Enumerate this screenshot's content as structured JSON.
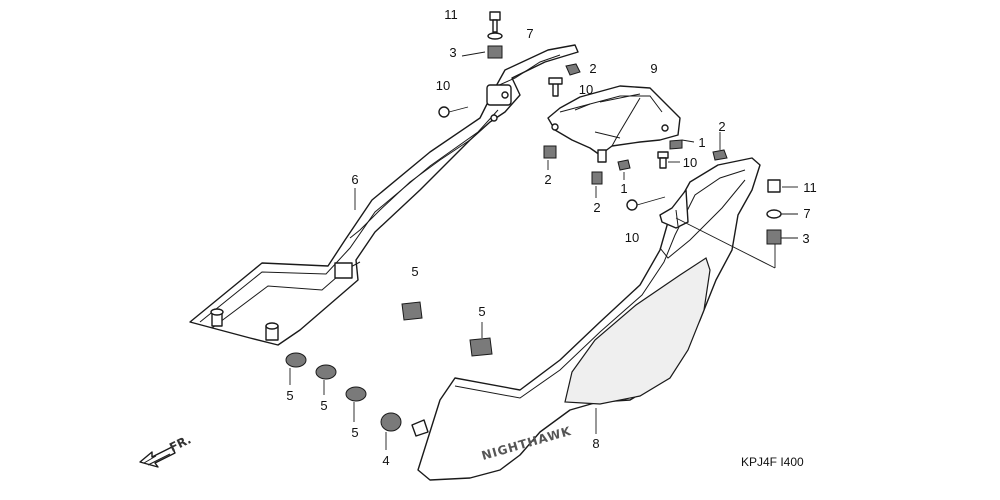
{
  "diagram_code": "KPJ4F I400",
  "direction_label": "FR.",
  "logo_text": "NIGHTHAWK",
  "callouts": [
    {
      "id": "c11a",
      "text": "11"
    },
    {
      "id": "c7a",
      "text": "7"
    },
    {
      "id": "c3a",
      "text": "3"
    },
    {
      "id": "c10a",
      "text": "10"
    },
    {
      "id": "c2a",
      "text": "2"
    },
    {
      "id": "c9",
      "text": "9"
    },
    {
      "id": "c10b",
      "text": "10"
    },
    {
      "id": "c2b",
      "text": "2"
    },
    {
      "id": "c1a",
      "text": "1"
    },
    {
      "id": "c10c",
      "text": "10"
    },
    {
      "id": "c2c",
      "text": "2"
    },
    {
      "id": "c2d",
      "text": "2"
    },
    {
      "id": "c1b",
      "text": "1"
    },
    {
      "id": "c6",
      "text": "6"
    },
    {
      "id": "c10d",
      "text": "10"
    },
    {
      "id": "c11b",
      "text": "11"
    },
    {
      "id": "c7b",
      "text": "7"
    },
    {
      "id": "c3b",
      "text": "3"
    },
    {
      "id": "c5a",
      "text": "5"
    },
    {
      "id": "c5b",
      "text": "5"
    },
    {
      "id": "c5c",
      "text": "5"
    },
    {
      "id": "c5d",
      "text": "5"
    },
    {
      "id": "c5e",
      "text": "5"
    },
    {
      "id": "c4",
      "text": "4"
    },
    {
      "id": "c8",
      "text": "8"
    }
  ]
}
